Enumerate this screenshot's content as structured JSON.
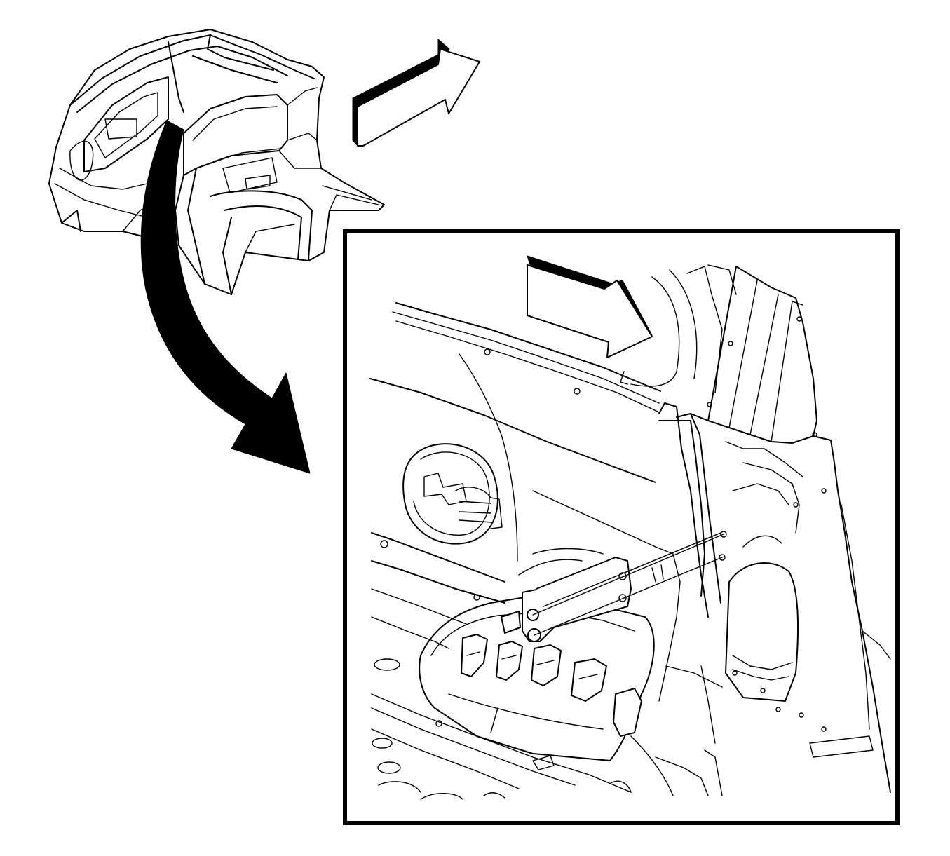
{
  "figure": {
    "domain": "Diagram",
    "background_color": "#ffffff",
    "line_color": "#000000",
    "components": {
      "overview": {
        "icon": "vehicle-rear-body-overview",
        "direction_arrow_icon": "forward-direction-arrow"
      },
      "callout_arrow": {
        "icon": "curved-callout-arrow"
      },
      "detail_view": {
        "icon": "quarter-panel-bracket-detail",
        "direction_arrow_icon": "forward-direction-arrow",
        "bracket_icon": "mounting-bracket",
        "fastener_count": 2
      }
    }
  }
}
